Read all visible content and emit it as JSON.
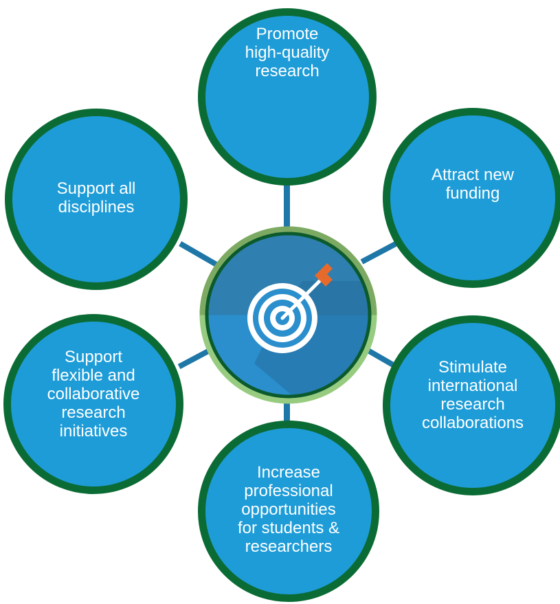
{
  "diagram": {
    "center": {
      "icon": "target-with-arrow-icon"
    },
    "nodes": [
      {
        "id": "promote",
        "label": "Promote\nhigh-quality\nresearch"
      },
      {
        "id": "funding",
        "label": "Attract new\nfunding"
      },
      {
        "id": "international",
        "label": "Stimulate\ninternational\nresearch\ncollaborations"
      },
      {
        "id": "professional",
        "label": "Increase\nprofessional\nopportunities\nfor students &\nresearchers"
      },
      {
        "id": "flexible",
        "label": "Support\nflexible and\ncollaborative\nresearch\ninitiatives"
      },
      {
        "id": "disciplines",
        "label": "Support all\ndisciplines"
      }
    ]
  },
  "colors": {
    "node_fill": "#1e9cd7",
    "node_border": "#0b6b35",
    "spoke": "#1f77a8",
    "hub_ring_outer": "#8fc47a",
    "hub_ring_dark": "#0b5a2c",
    "hub_fill": "#2b86b8"
  }
}
